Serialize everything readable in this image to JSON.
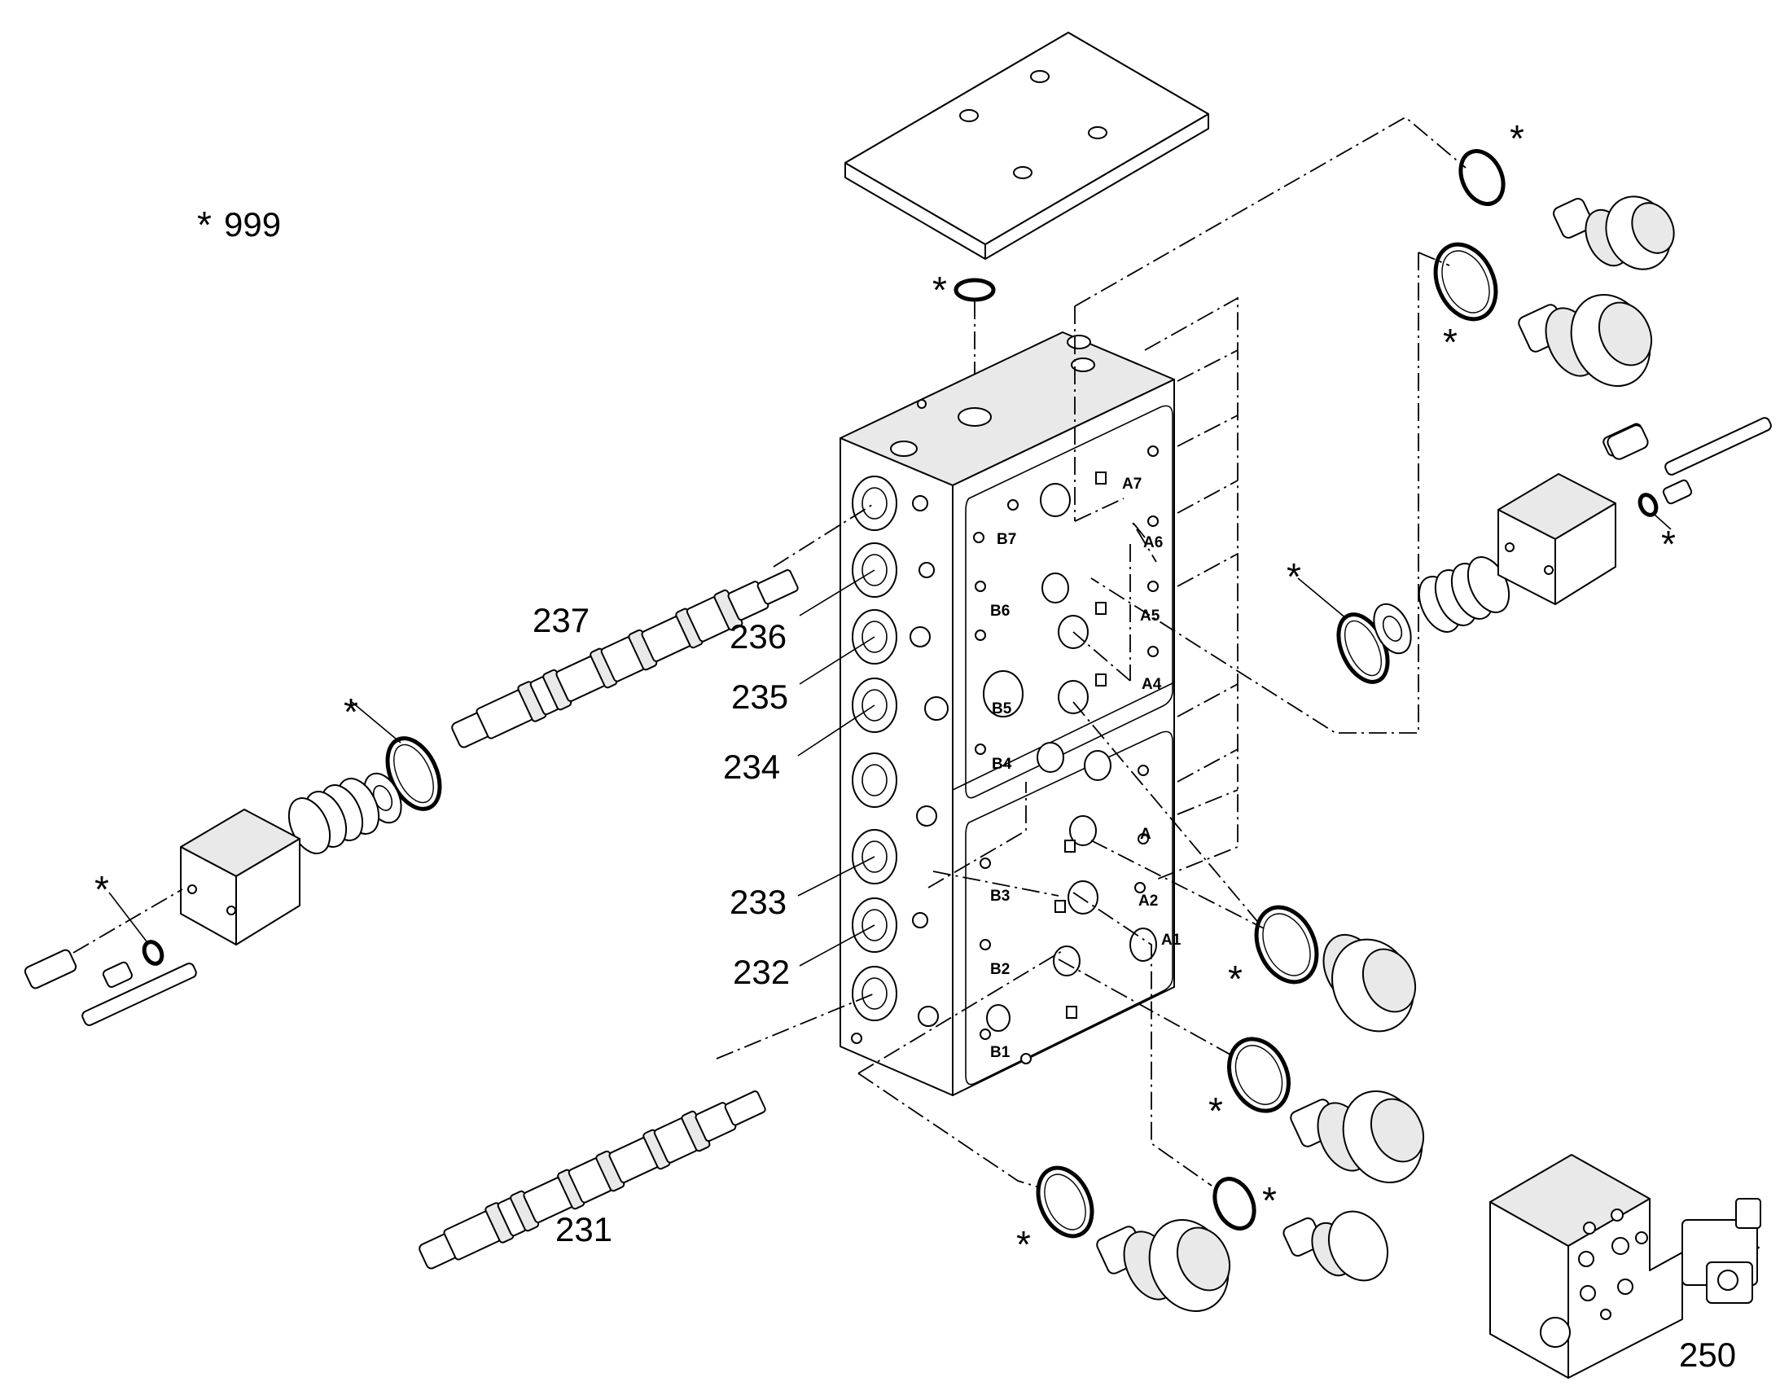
{
  "note": {
    "asterisk": "*",
    "code": "999"
  },
  "callouts": {
    "c231": "231",
    "c232": "232",
    "c233": "233",
    "c234": "234",
    "c235": "235",
    "c236": "236",
    "c237": "237",
    "c250": "250"
  },
  "seal_mark": "*",
  "port_labels": {
    "A1": "A1",
    "A2": "A2",
    "A3": "A",
    "A4": "A4",
    "A5": "A5",
    "A6": "A6",
    "A7": "A7",
    "B1": "B1",
    "B2": "B2",
    "B3": "B3",
    "B4": "B4",
    "B5": "B5",
    "B6": "B6",
    "B7": "B7"
  }
}
